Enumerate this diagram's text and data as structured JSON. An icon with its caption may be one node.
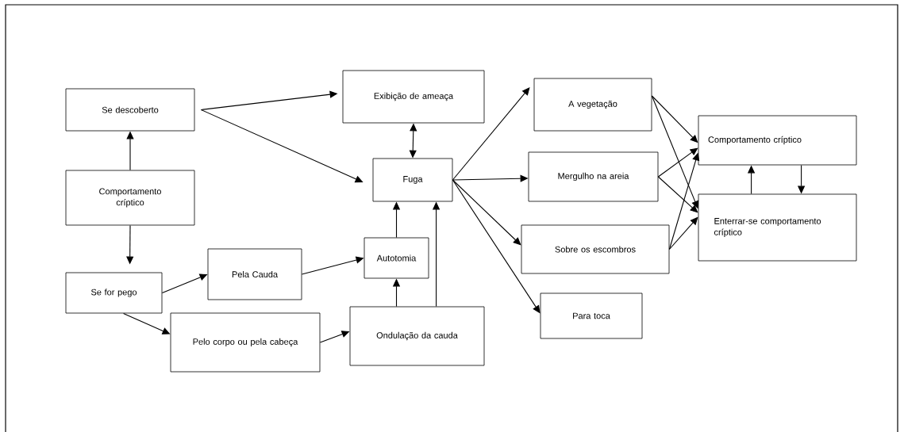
{
  "diagram": {
    "nodes": [
      {
        "text": [
          "Se descoberto"
        ]
      },
      {
        "text": [
          "Exibição de ameaça"
        ]
      },
      {
        "text": [
          "Comportamento críptico"
        ]
      },
      {
        "text": [
          "Fuga"
        ]
      },
      {
        "text": [
          "Se for pego"
        ]
      },
      {
        "text": [
          "Pela Cauda"
        ]
      },
      {
        "text": [
          "Autotomia"
        ]
      },
      {
        "text": [
          "Pelo corpo ou pela cabeça"
        ]
      },
      {
        "text": [
          "Ondulação da cauda"
        ]
      },
      {
        "text": [
          "A vegetação"
        ]
      },
      {
        "text": [
          "Mergulho na areia"
        ]
      },
      {
        "text": [
          "Sobre os escombros"
        ]
      },
      {
        "text": [
          "Para toca"
        ]
      },
      {
        "text": [
          "Comportamento críptico"
        ]
      },
      {
        "text": [
          "Enterrar-se comportamento críptico"
        ]
      }
    ],
    "edges": [
      {
        "from": 2,
        "to": 0,
        "arrow": "to"
      },
      {
        "from": 2,
        "to": 4,
        "arrow": "to"
      },
      {
        "from": 0,
        "to": 1,
        "arrow": "to"
      },
      {
        "from": 0,
        "to": 3,
        "arrow": "to"
      },
      {
        "from": 1,
        "to": 3,
        "arrow": "both"
      },
      {
        "from": 4,
        "to": 5,
        "arrow": "to"
      },
      {
        "from": 4,
        "to": 7,
        "arrow": "to"
      },
      {
        "from": 5,
        "to": 6,
        "arrow": "to"
      },
      {
        "from": 7,
        "to": 8,
        "arrow": "to"
      },
      {
        "from": 6,
        "to": 3,
        "arrow": "to"
      },
      {
        "from": 8,
        "to": 3,
        "arrow": "to"
      },
      {
        "from": 8,
        "to": 6,
        "arrow": "to"
      },
      {
        "from": 3,
        "to": 9,
        "arrow": "to"
      },
      {
        "from": 3,
        "to": 10,
        "arrow": "to"
      },
      {
        "from": 3,
        "to": 11,
        "arrow": "to"
      },
      {
        "from": 3,
        "to": 12,
        "arrow": "to"
      },
      {
        "from": 9,
        "to": 13,
        "arrow": "to"
      },
      {
        "from": 9,
        "to": 14,
        "arrow": "to"
      },
      {
        "from": 10,
        "to": 13,
        "arrow": "to"
      },
      {
        "from": 10,
        "to": 14,
        "arrow": "to"
      },
      {
        "from": 11,
        "to": 13,
        "arrow": "to"
      },
      {
        "from": 11,
        "to": 14,
        "arrow": "to"
      },
      {
        "from": 14,
        "to": 13,
        "arrow": "to"
      },
      {
        "from": 13,
        "to": 14,
        "arrow": "to"
      }
    ]
  }
}
